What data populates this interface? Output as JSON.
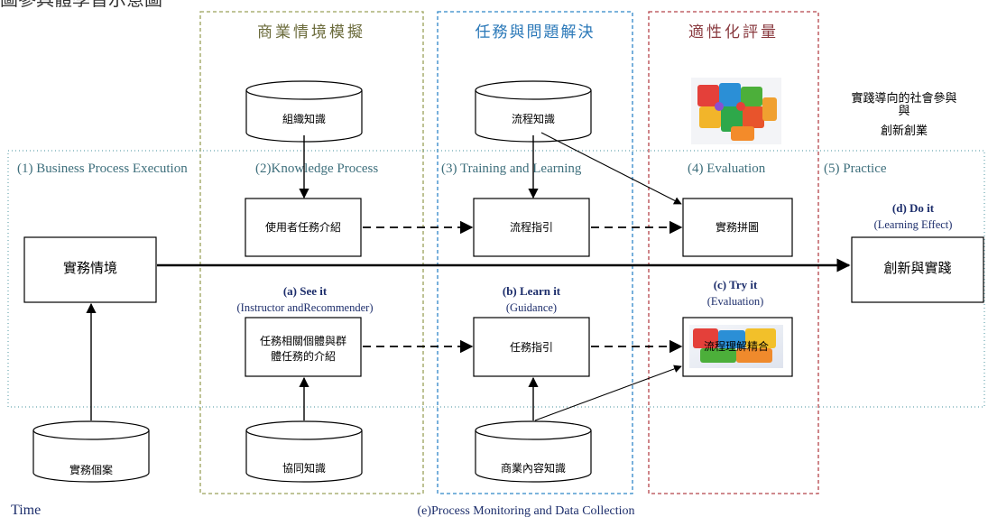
{
  "top_caption": "圖參具體學習示意圖",
  "columns": {
    "business_sim": "商業情境模擬",
    "task_problem": "任務與問題解決",
    "adaptive_eval": "適性化評量",
    "practice_note_1": "實踐導向的社會參與",
    "practice_note_2": "與",
    "practice_note_3": "創新創業"
  },
  "phases": [
    "(1) Business Process Execution",
    "(2)Knowledge Process",
    "(3) Training and Learning",
    "(4) Evaluation",
    "(5) Practice"
  ],
  "databases": {
    "org_knowledge": "組織知識",
    "process_knowledge": "流程知識",
    "case_db": "實務個案",
    "collab_knowledge": "協同知識",
    "business_content": "商業內容知識"
  },
  "boxes": {
    "user_task_intro": "使用者任務介紹",
    "process_guide": "流程指引",
    "practice_puzzle": "實務拼圖",
    "practice_context": "實務情境",
    "task_intro_1": "任務相關個體與群",
    "task_intro_2": "體任務的介紹",
    "task_guide": "任務指引",
    "process_matching": "流程理解精合",
    "innovation": "創新與實踐"
  },
  "stages": {
    "see_title": "(a) See it",
    "see_sub": "(Instructor andRecommender)",
    "learn_title": "(b) Learn it",
    "learn_sub": "(Guidance)",
    "try_title": "(c) Try it",
    "try_sub": "(Evaluation)",
    "do_title": "(d) Do it",
    "do_sub": "(Learning Effect)"
  },
  "footer": {
    "time": "Time",
    "monitoring": "(e)Process Monitoring and Data Collection"
  },
  "colors": {
    "olive": "#9aa15a",
    "blue": "#2f86c8",
    "red": "#b5444a",
    "teal": "#6aa8b0",
    "column_text_1": "#6b6b3b",
    "column_text_2": "#2a78b8",
    "column_text_3": "#8a3b40",
    "phase_text": "#3e6f7c",
    "stage_text": "#1c2d6b"
  }
}
